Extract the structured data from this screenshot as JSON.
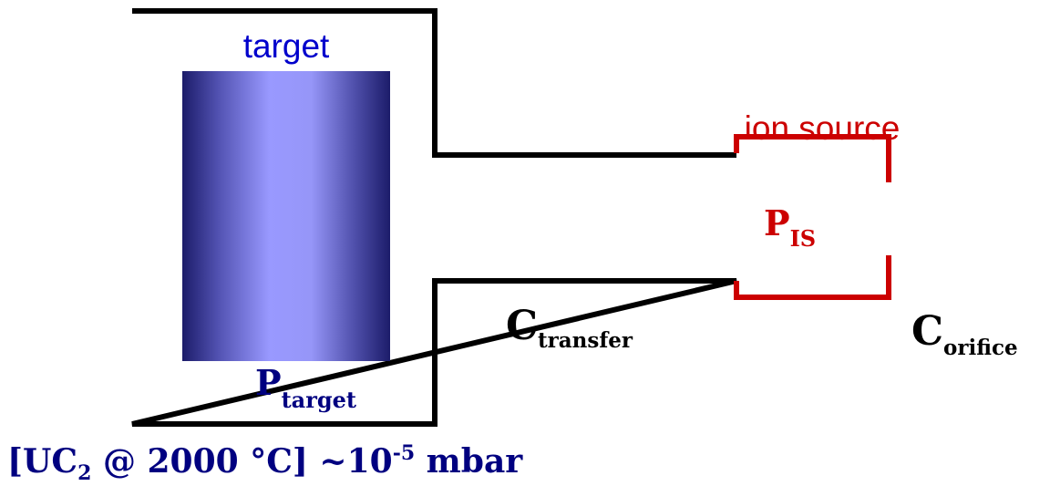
{
  "target_label": "target",
  "ion_source_label": "ion source",
  "p_target": {
    "main": "P",
    "sub": "target"
  },
  "p_is": {
    "main": "P",
    "sub": "IS"
  },
  "c_transfer": {
    "main": "C",
    "sub": "transfer"
  },
  "c_orifice": {
    "main": "C",
    "sub": "orifice"
  },
  "bottom_note": {
    "part1": "[UC",
    "sub": "2",
    "part2": " @ 2000 °C]  ~10",
    "sup": "-5",
    "part3": " mbar"
  },
  "colors": {
    "outline": "#000000",
    "ion_source": "#cc0000",
    "target_label": "#0000cc",
    "p_target": "#000080",
    "p_is": "#cc0000",
    "cylinder_edge": "#1c1c6a",
    "cylinder_center": "#9999ff"
  }
}
